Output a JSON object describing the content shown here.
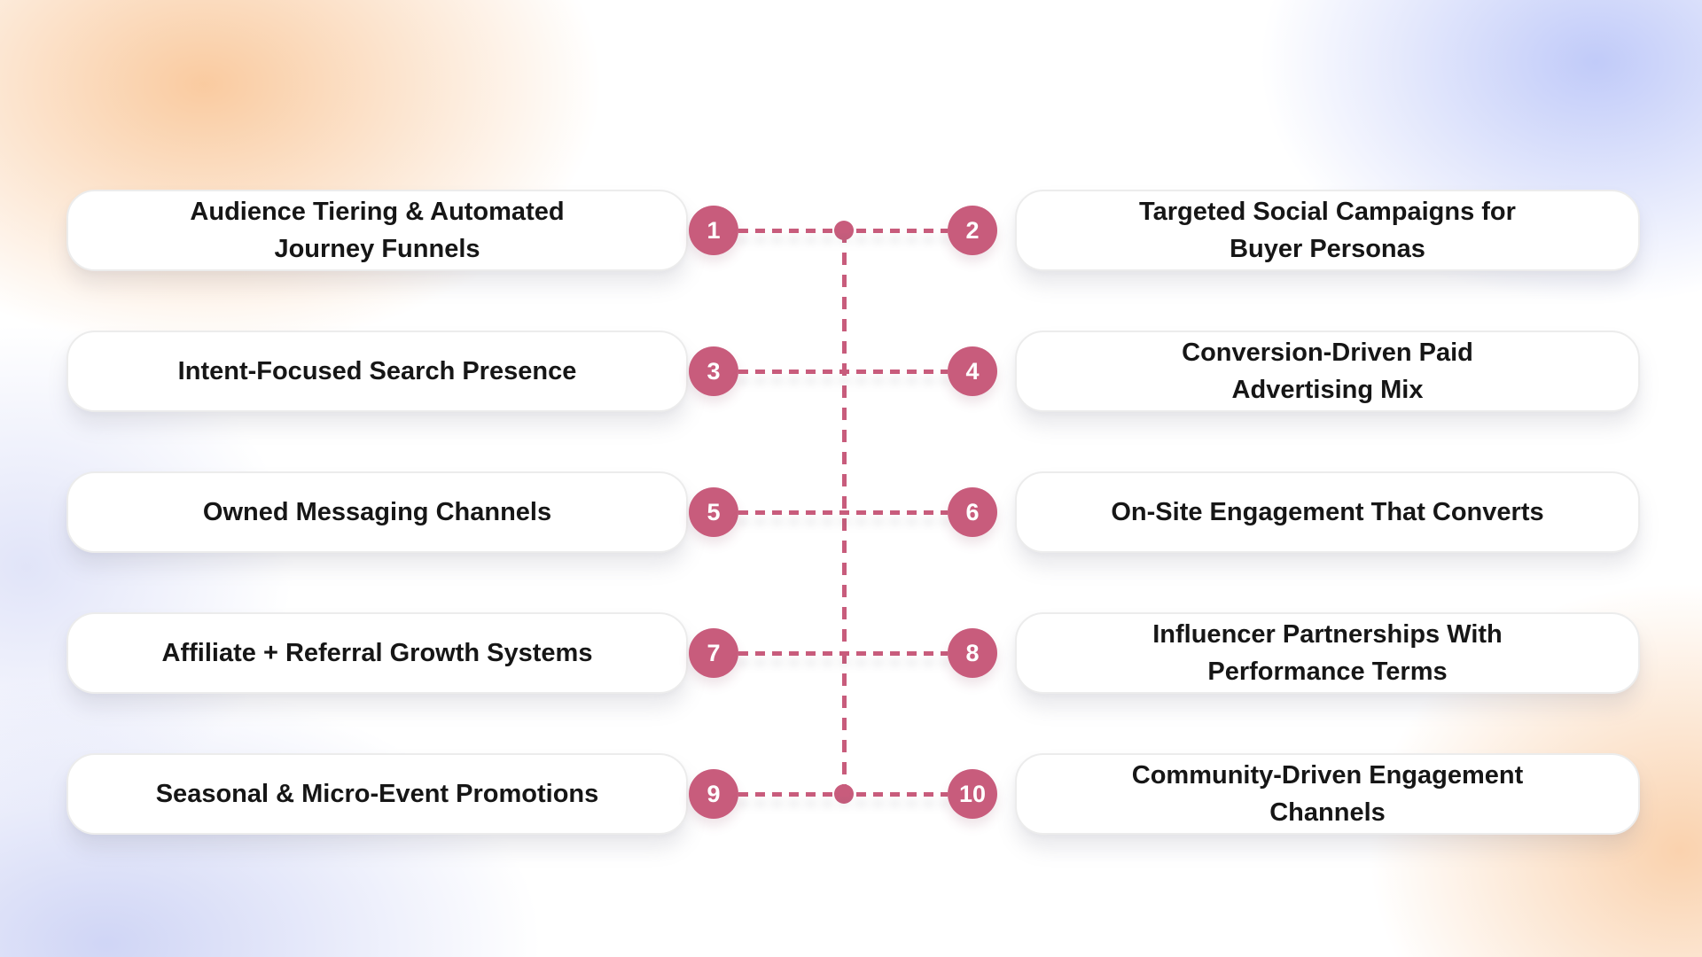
{
  "colors": {
    "accent_rose": "#C85C7C",
    "text": "#161616",
    "card_background": "#FFFFFF",
    "card_border": "#ECECEC",
    "background_peach": "#F9C89B",
    "background_periwinkle": "#BAC5F8"
  },
  "diagram": {
    "rows": [
      {
        "left": {
          "num": "1",
          "label": "Audience Tiering & Automated\nJourney Funnels"
        },
        "right": {
          "num": "2",
          "label": "Targeted Social Campaigns for\nBuyer Personas"
        }
      },
      {
        "left": {
          "num": "3",
          "label": "Intent-Focused Search Presence"
        },
        "right": {
          "num": "4",
          "label": "Conversion-Driven Paid\nAdvertising Mix"
        }
      },
      {
        "left": {
          "num": "5",
          "label": "Owned Messaging Channels"
        },
        "right": {
          "num": "6",
          "label": "On-Site Engagement That Converts"
        }
      },
      {
        "left": {
          "num": "7",
          "label": "Affiliate + Referral Growth Systems"
        },
        "right": {
          "num": "8",
          "label": "Influencer Partnerships With\nPerformance Terms"
        }
      },
      {
        "left": {
          "num": "9",
          "label": "Seasonal & Micro-Event Promotions"
        },
        "right": {
          "num": "10",
          "label": "Community-Driven Engagement\nChannels"
        }
      }
    ]
  }
}
